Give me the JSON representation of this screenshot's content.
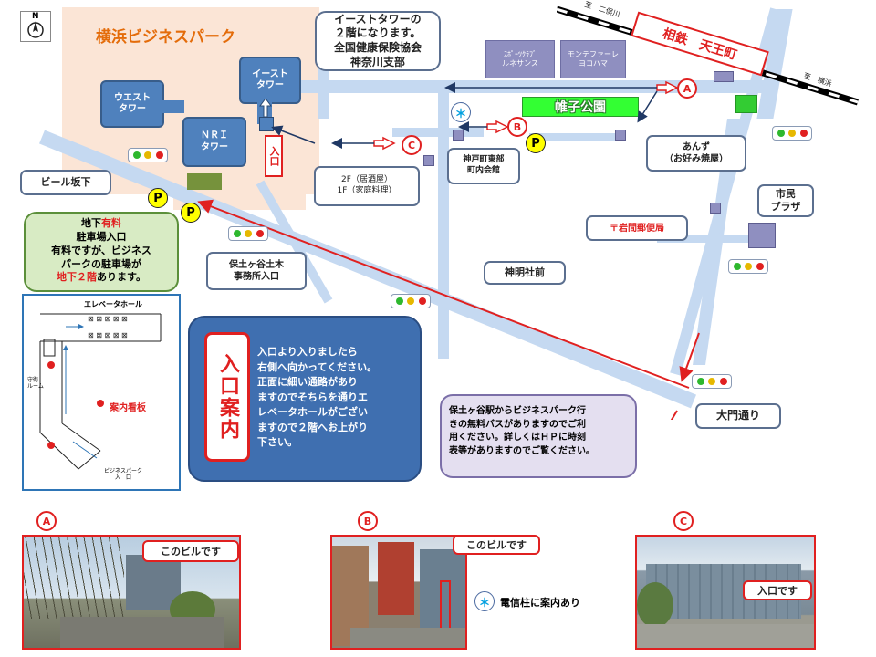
{
  "compass": {
    "label": "N"
  },
  "park_area": {
    "title": "横浜ビジネスパーク"
  },
  "buildings": {
    "west_tower": "ウエスト\nタワー",
    "east_tower": "イースト\nタワー",
    "nri_tower": "ＮＲＩ\nタワー"
  },
  "east_tower_callout": "イーストタワーの\n２階になります。\n全国健康保険協会\n神奈川支部",
  "entrance_label": "入口",
  "shops": {
    "sports_club": "ｽﾎﾟｰﾂｸﾗﾌﾞ\nルネサンス",
    "montefiore": "モンテファーレ\nヨコハマ",
    "ground_floor_note": "2F（居酒屋）\n1F（家庭料理）"
  },
  "railway": {
    "line_name": "相鉄　天王町",
    "to_futamatagawa": "至　二俣川",
    "to_yokohama": "至　横浜"
  },
  "park_name": "帷子公園",
  "labels": {
    "anzu": "あんず\n（お好み焼屋）",
    "kanbe_hall": "神戸町東部\n町内会館",
    "beer_slope": "ビール坂下",
    "post_office": "〒岩間郵便局",
    "civic_plaza": "市民\nプラザ",
    "hodogaya_office": "保土ヶ谷土木\n事務所入口",
    "shinmei": "神明社前",
    "daimon": "大門通り"
  },
  "parking_note": {
    "line1": "地下有料",
    "line2": "駐車場入口",
    "line3": "有料ですが、ビジネス",
    "line4": "パークの駐車場が",
    "line5": "地下２階あります。",
    "highlight1": "有料",
    "highlight2": "地下２階"
  },
  "markers": {
    "a": "A",
    "b": "B",
    "c": "C",
    "p": "P",
    "asterisk": "＊"
  },
  "floor_plan": {
    "elevator_hall": "エレベータホール",
    "guide_sign": "案内看板",
    "room": "守衛\nルーム",
    "bp_entrance": "ビジネスパーク\n入　口"
  },
  "guide": {
    "title": "入口案内",
    "text": "入口より入りましたら\n右側へ向かってください。\n正面に細い通路があり\nますのでそちらを通りエ\nレベータホールがござい\nますので２階へお上がり\n下さい。"
  },
  "bus_note": "保土ヶ谷駅からビジネスパーク行\nきの無料バスがありますのでご利\n用ください。詳しくはＨＰに時刻\n表等がありますのでご覧ください。",
  "photos": {
    "a": {
      "marker": "A",
      "callout": "このビルです"
    },
    "b": {
      "marker": "B",
      "callout": "このビルです",
      "note": "電信柱に案内あり",
      "asterisk": "＊"
    },
    "c": {
      "marker": "C",
      "callout": "入口です"
    }
  },
  "colors": {
    "road": "#c5d9f1",
    "park": "#fbe5d6",
    "building": "#4f81bd",
    "accent_red": "#e02020",
    "park_green": "#33cc33"
  }
}
